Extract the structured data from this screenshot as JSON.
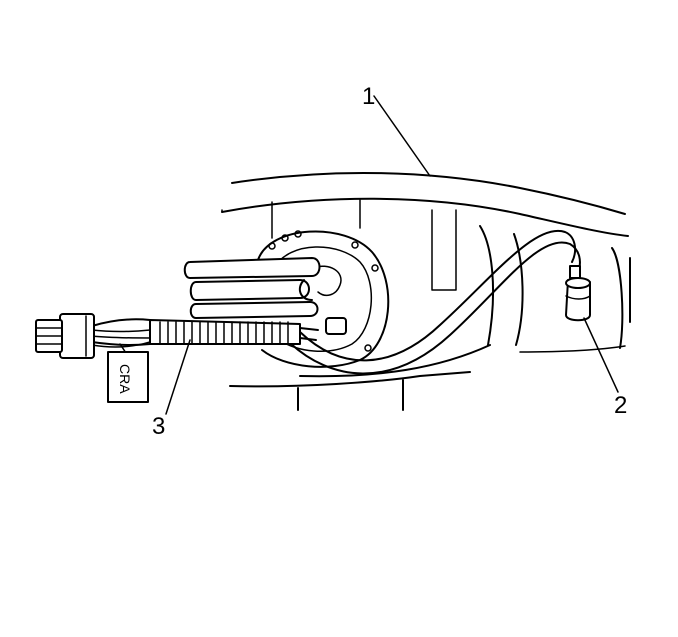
{
  "callouts": {
    "c1": "1",
    "c2": "2",
    "c3": "3"
  },
  "tag_label": "CRA",
  "colors": {
    "line": "#000000",
    "background": "#ffffff"
  }
}
